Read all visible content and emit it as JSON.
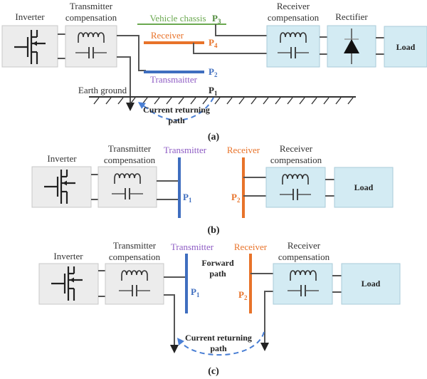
{
  "colors": {
    "vehicle_chassis": "#6aa84f",
    "receiver": "#e8732a",
    "transmitter_plate": "#3f6ebf",
    "transmitter_label": "#8e5cc4",
    "ground": "#333333",
    "return_path": "#4a7fd4",
    "tx_block_fill": "#ececec",
    "rx_block_fill": "#d3ebf3"
  },
  "panel_a": {
    "caption": "(a)",
    "inverter_label": "Inverter",
    "tx_comp_label_1": "Transmitter",
    "tx_comp_label_2": "compensation",
    "vehicle_chassis_label": "Vehicle chassis",
    "p3": {
      "base": "P",
      "sub": "3"
    },
    "receiver_label": "Receiver",
    "p4": {
      "base": "P",
      "sub": "4"
    },
    "p2": {
      "base": "P",
      "sub": "2"
    },
    "transmitter_label": "Transmaitter",
    "earth_ground_label": "Earth ground",
    "p1": {
      "base": "P",
      "sub": "1"
    },
    "return_path_1": "Current returning",
    "return_path_2": "path",
    "rx_comp_label_1": "Receiver",
    "rx_comp_label_2": "compensation",
    "rectifier_label": "Rectifier",
    "load_label": "Load"
  },
  "panel_b": {
    "caption": "(b)",
    "inverter_label": "Inverter",
    "tx_comp_label_1": "Transmitter",
    "tx_comp_label_2": "compensation",
    "transmitter_label": "Transmitter",
    "p1": {
      "base": "P",
      "sub": "1"
    },
    "receiver_label": "Receiver",
    "p2": {
      "base": "P",
      "sub": "2"
    },
    "rx_comp_label_1": "Receiver",
    "rx_comp_label_2": "compensation",
    "load_label": "Load"
  },
  "panel_c": {
    "caption": "(c)",
    "inverter_label": "Inverter",
    "tx_comp_label_1": "Transmitter",
    "tx_comp_label_2": "compensation",
    "transmitter_label": "Transmitter",
    "p1": {
      "base": "P",
      "sub": "1"
    },
    "forward_path_1": "Forward",
    "forward_path_2": "path",
    "receiver_label": "Receiver",
    "p2": {
      "base": "P",
      "sub": "2"
    },
    "return_path_1": "Current returning",
    "return_path_2": "path",
    "rx_comp_label_1": "Receiver",
    "rx_comp_label_2": "compensation",
    "load_label": "Load"
  }
}
